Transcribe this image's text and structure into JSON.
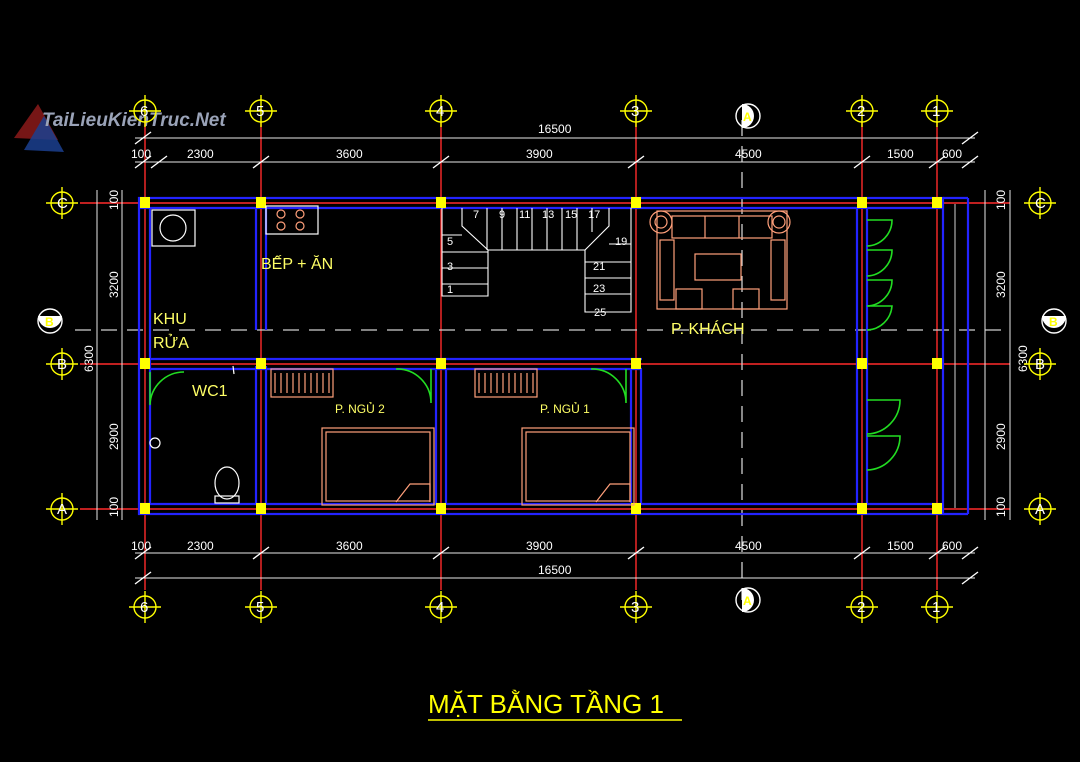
{
  "watermark": {
    "text": "TaiLieuKienTruc.Net"
  },
  "drawing": {
    "title": "MẶT BẰNG TẦNG 1",
    "grid_axes_vertical": [
      "6",
      "5",
      "4",
      "3",
      "2",
      "1"
    ],
    "grid_axes_horizontal": [
      "C",
      "B",
      "A"
    ],
    "section_marker": "A",
    "section_marker_side": "B",
    "dims_top_total": "16500",
    "dims_bottom_total": "16500",
    "dims_top": [
      "100",
      "2300",
      "3600",
      "3900",
      "4500",
      "1500",
      "600"
    ],
    "dims_bottom": [
      "100",
      "2300",
      "3600",
      "3900",
      "4500",
      "1500",
      "600"
    ],
    "dims_left": [
      "100",
      "3200",
      "6300",
      "2900",
      "100"
    ],
    "dims_right": [
      "100",
      "3200",
      "6300",
      "2900",
      "100"
    ],
    "rooms": {
      "kitchen": "BẾP + ĂN",
      "wash_1": "KHU",
      "wash_2": "RỬA",
      "wc": "WC1",
      "bed2": "P. NGỦ 2",
      "bed1": "P. NGỦ 1",
      "living": "P. KHÁCH"
    },
    "stair_numbers": [
      "1",
      "3",
      "5",
      "7",
      "9",
      "11",
      "13",
      "15",
      "17",
      "19",
      "21",
      "23",
      "25"
    ]
  },
  "colors": {
    "background": "#000000",
    "axis_line": "#ff2a2a",
    "wall": "#2323ff",
    "column": "#ffff00",
    "dimension": "#ffffff",
    "furniture": "#ff9f7a",
    "door": "#22dd22",
    "label": "#ffff66"
  }
}
